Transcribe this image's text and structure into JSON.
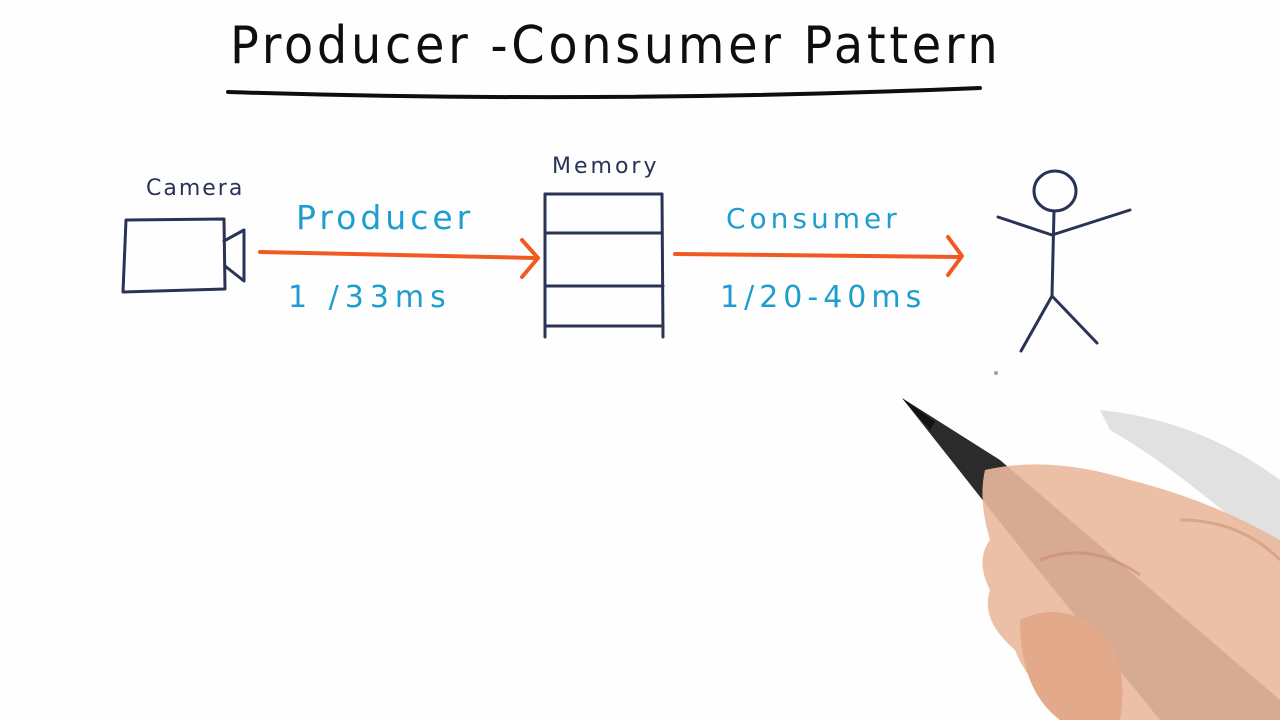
{
  "title": "Producer -Consumer Pattern",
  "nodes": {
    "camera": "Camera",
    "memory": "Memory"
  },
  "edges": {
    "producer": {
      "label": "Producer",
      "rate": "1 /33ms"
    },
    "consumer": {
      "label": "Consumer",
      "rate": "1/20-40ms"
    }
  },
  "colors": {
    "ink": "#2a3256",
    "title_ink": "#0d0d12",
    "arrow": "#f05a22",
    "label_blue": "#1e9ecf"
  },
  "icons": [
    "camera-icon",
    "memory-buffer-icon",
    "stick-figure-icon",
    "hand-with-pen"
  ]
}
